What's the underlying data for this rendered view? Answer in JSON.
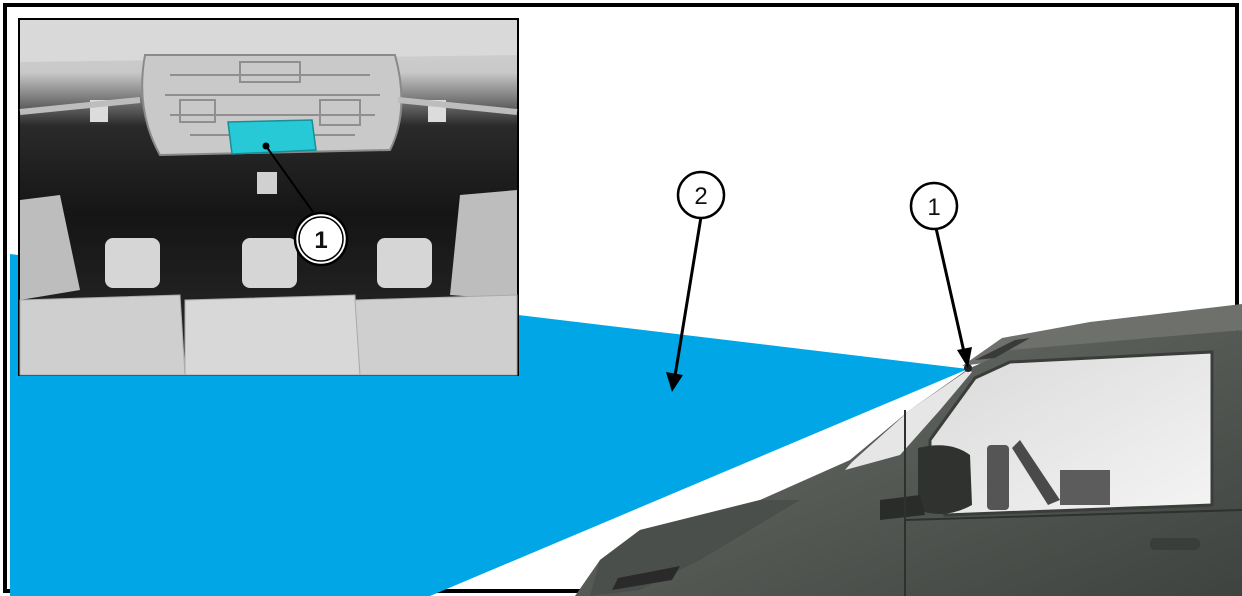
{
  "figure": {
    "callouts": [
      {
        "id": "inset-1",
        "label": "1",
        "target": "sensor-module"
      },
      {
        "id": "main-2",
        "label": "2",
        "target": "detection-zone"
      },
      {
        "id": "main-1",
        "label": "1",
        "target": "windshield-top-sensor"
      }
    ],
    "colors": {
      "zone": "#00A6E6",
      "sensor": "#27C9D6",
      "frame": "#000000",
      "vehicle_body": "#5B5F5B"
    },
    "icons": [
      "inset-cabin-view",
      "vehicle-front-view",
      "detection-cone"
    ]
  }
}
